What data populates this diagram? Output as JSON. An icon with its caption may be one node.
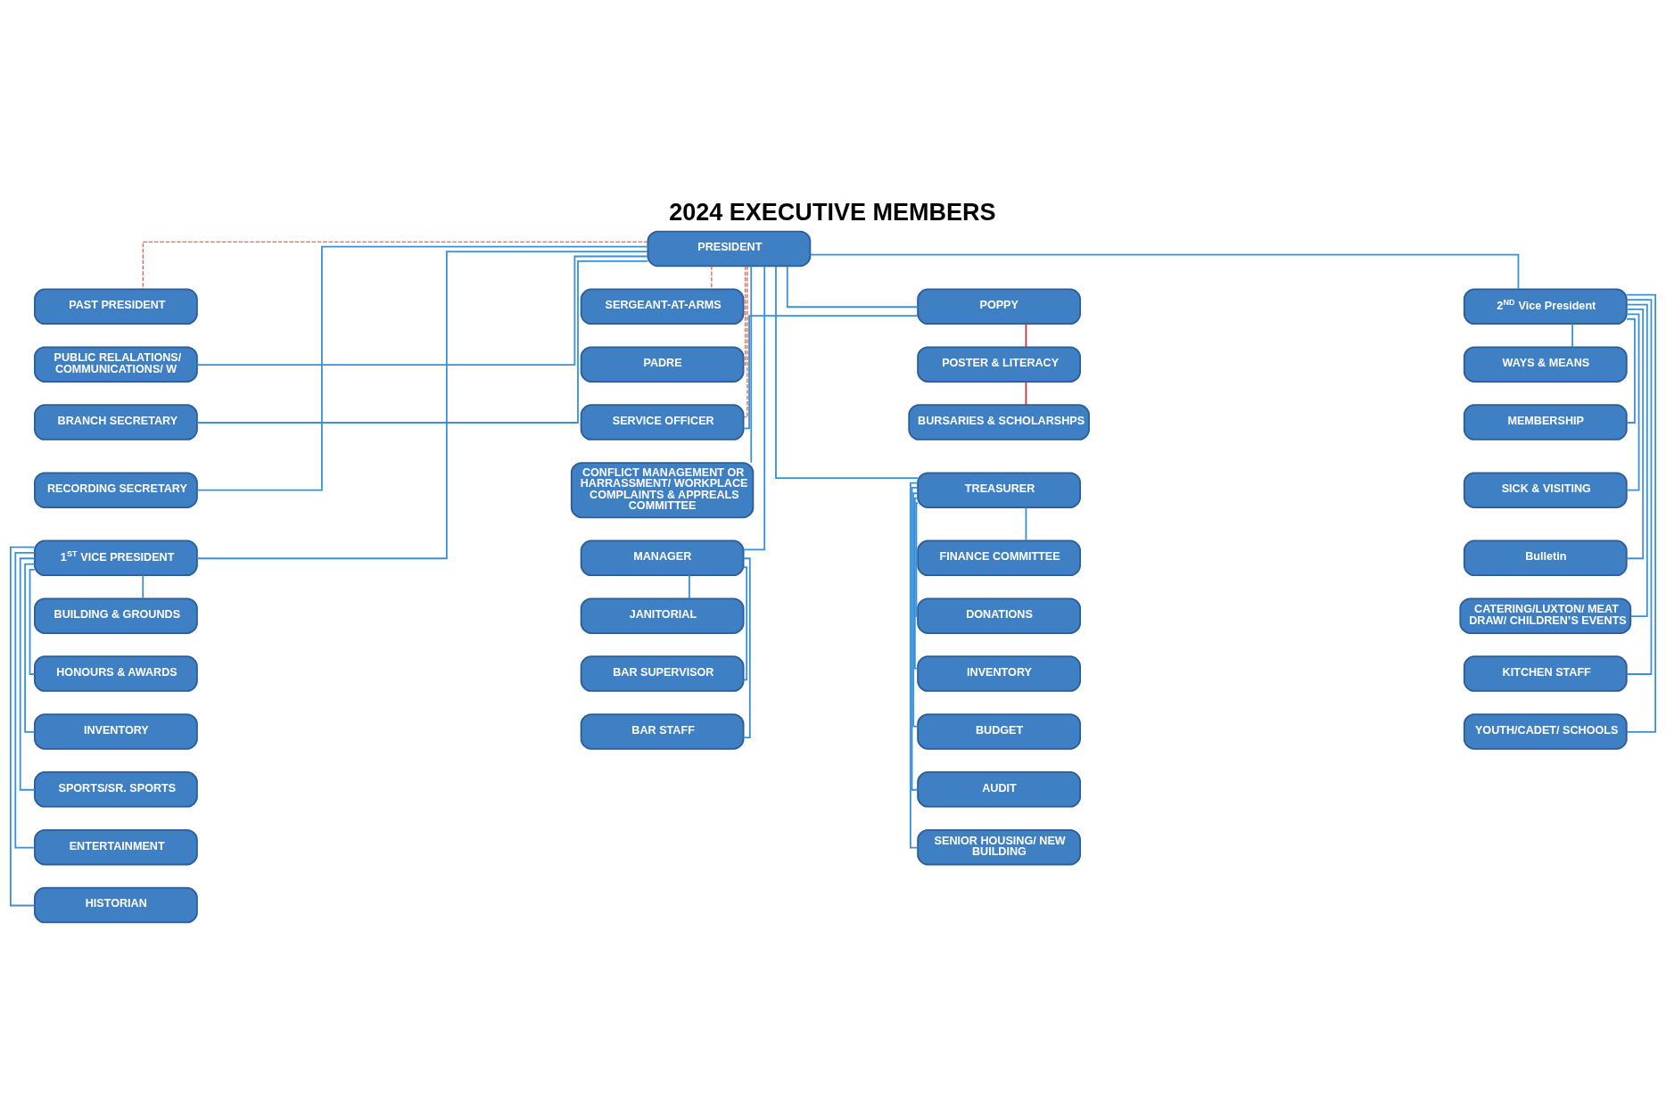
{
  "diagram": {
    "title": "2024 EXECUTIVE MEMBERS",
    "nodes": [
      {
        "text": [
          "PAST PRESIDENT"
        ]
      },
      {
        "text": [
          "PRESIDENT"
        ]
      },
      {
        "text": [
          "SERGEANT-AT-ARMS"
        ]
      },
      {
        "text": [
          "PUBLIC RELALATIONS/ COMMUNICATIONS/ W"
        ]
      },
      {
        "text": [
          "PADRE"
        ]
      },
      {
        "text": [
          "POPPY"
        ]
      },
      {
        "text": [
          "SERVICE OFFICER"
        ]
      },
      {
        "text": [
          "BRANCH SECRETARY"
        ]
      },
      {
        "text": [
          "POSTER & LITERACY"
        ]
      },
      {
        "text": [
          "RECORDING SECRETARY"
        ]
      },
      {
        "text": [
          "BURSARIES & SCHOLARSHPS"
        ]
      },
      {
        "text": [
          "CONFLICT MANAGEMENT OR HARRASSMENT/ WORKPLACE COMPLAINTS & APPREALS COMMITTEE"
        ]
      },
      {
        "text": [
          "1$^{ST}$ VICE PRESIDENT"
        ]
      },
      {
        "text": [
          "BUILDING & GROUNDS"
        ]
      },
      {
        "text": [
          "HONOURS & AWARDS"
        ]
      },
      {
        "text": [
          "INVENTORY"
        ]
      },
      {
        "text": [
          "SPORTS/SR. SPORTS"
        ]
      },
      {
        "text": [
          "ENTERTAINMENT"
        ]
      },
      {
        "text": [
          "HISTORIAN"
        ]
      },
      {
        "text": [
          "2$^{ND}$ Vice President"
        ]
      },
      {
        "text": [
          "WAYS & MEANS"
        ]
      },
      {
        "text": [
          "MEMBERSHIP"
        ]
      },
      {
        "text": [
          "SICK & VISITING"
        ]
      },
      {
        "text": [
          "Bulletin"
        ]
      },
      {
        "text": [
          "CATERING/LUXTON/ MEAT DRAW/ CHILDREN’S EVENTS"
        ]
      },
      {
        "text": [
          "KITCHEN STAFF"
        ]
      },
      {
        "text": [
          "YOUTH/CADET/ SCHOOLS"
        ]
      },
      {
        "text": [
          "TREASURER"
        ]
      },
      {
        "text": [
          "FINANCE COMMITTEE"
        ]
      },
      {
        "text": [
          "DONATIONS"
        ]
      },
      {
        "text": [
          "INVENTORY"
        ]
      },
      {
        "text": [
          "BUDGET"
        ]
      },
      {
        "text": [
          "AUDIT"
        ]
      },
      {
        "text": [
          "SENIOR HOUSING/ NEW BUILDING"
        ]
      },
      {
        "text": [
          "MANAGER"
        ]
      },
      {
        "text": [
          "JANITORIAL"
        ]
      },
      {
        "text": [
          "BAR SUPERVISOR"
        ]
      },
      {
        "text": [
          "BAR STAFF"
        ]
      }
    ],
    "edges": [
      {
        "from": 1,
        "to": 0,
        "arrow": "none",
        "style": "dashed",
        "color": "#e0402a"
      },
      {
        "from": 1,
        "to": 3,
        "arrow": "none"
      },
      {
        "from": 1,
        "to": 7,
        "arrow": "none"
      },
      {
        "from": 1,
        "to": 9,
        "arrow": "none"
      },
      {
        "from": 1,
        "to": 12,
        "arrow": "none"
      },
      {
        "from": 1,
        "to": 19,
        "arrow": "none"
      },
      {
        "from": 1,
        "to": 5,
        "arrow": "none"
      },
      {
        "from": 1,
        "to": 27,
        "arrow": "none"
      },
      {
        "from": 1,
        "to": 34,
        "arrow": "none"
      },
      {
        "from": 1,
        "to": 11,
        "arrow": "none"
      },
      {
        "from": 1,
        "to": 6,
        "arrow": "none",
        "style": "dashed",
        "color": "#e0402a"
      },
      {
        "from": 1,
        "to": 4,
        "arrow": "none",
        "style": "dashed",
        "color": "#e0402a"
      },
      {
        "from": 1,
        "to": 2,
        "arrow": "none",
        "style": "dashed",
        "color": "#e0402a"
      },
      {
        "from": 5,
        "to": 6,
        "arrow": "none"
      },
      {
        "from": 5,
        "to": 8,
        "arrow": "none",
        "color": "#c8323c"
      },
      {
        "from": 8,
        "to": 10,
        "arrow": "none",
        "color": "#c8323c"
      },
      {
        "from": 12,
        "to": 13,
        "arrow": "none"
      },
      {
        "from": 12,
        "to": 14,
        "arrow": "none"
      },
      {
        "from": 12,
        "to": 15,
        "arrow": "none"
      },
      {
        "from": 12,
        "to": 16,
        "arrow": "none"
      },
      {
        "from": 12,
        "to": 17,
        "arrow": "none"
      },
      {
        "from": 12,
        "to": 18,
        "arrow": "none"
      },
      {
        "from": 19,
        "to": 20,
        "arrow": "none"
      },
      {
        "from": 19,
        "to": 21,
        "arrow": "none"
      },
      {
        "from": 19,
        "to": 22,
        "arrow": "none"
      },
      {
        "from": 19,
        "to": 23,
        "arrow": "none"
      },
      {
        "from": 19,
        "to": 24,
        "arrow": "none"
      },
      {
        "from": 19,
        "to": 25,
        "arrow": "none"
      },
      {
        "from": 19,
        "to": 26,
        "arrow": "none"
      },
      {
        "from": 27,
        "to": 28,
        "arrow": "none"
      },
      {
        "from": 27,
        "to": 29,
        "arrow": "none"
      },
      {
        "from": 27,
        "to": 30,
        "arrow": "none"
      },
      {
        "from": 27,
        "to": 31,
        "arrow": "none"
      },
      {
        "from": 27,
        "to": 32,
        "arrow": "none"
      },
      {
        "from": 27,
        "to": 33,
        "arrow": "none"
      },
      {
        "from": 34,
        "to": 35,
        "arrow": "none"
      },
      {
        "from": 34,
        "to": 36,
        "arrow": "none"
      },
      {
        "from": 34,
        "to": 37,
        "arrow": "none"
      }
    ]
  }
}
